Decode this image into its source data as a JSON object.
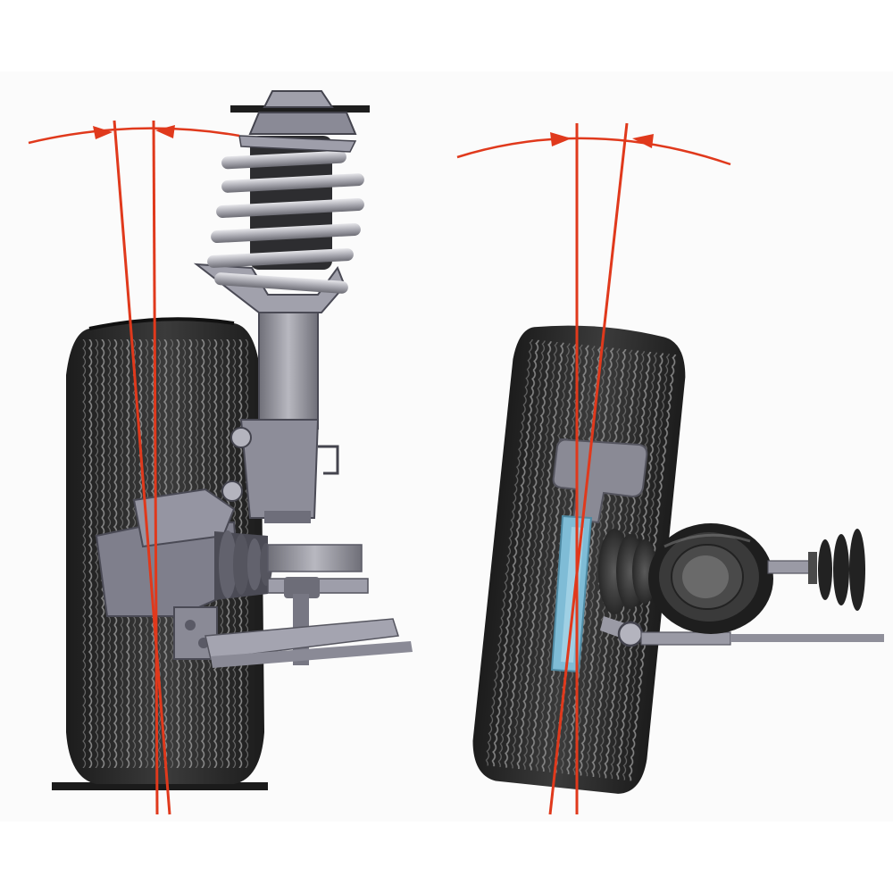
{
  "diagram": {
    "panels": [
      {
        "id": "strut-suspension-camber",
        "parts": [
          "tire",
          "coil-spring",
          "strut-shock-absorber",
          "drive-shaft-boot",
          "lower-control-arm",
          "ground-line"
        ]
      },
      {
        "id": "wheel-camber-tilt",
        "parts": [
          "tire",
          "hub-bracket",
          "brake-disc",
          "cv-joint-boot",
          "axle-shaft"
        ]
      }
    ],
    "colors": {
      "reference_line": "#e0391c",
      "tire": "#2a2a2a",
      "tire_tread": "#8a8a8a",
      "metal": "#8e8e96",
      "metal_light": "#c6c6cc",
      "spring": "#b9b9c0",
      "boot": "#3a3a3a",
      "brake_disc": "#7fbcd6",
      "background": "#fbfbfb"
    }
  }
}
